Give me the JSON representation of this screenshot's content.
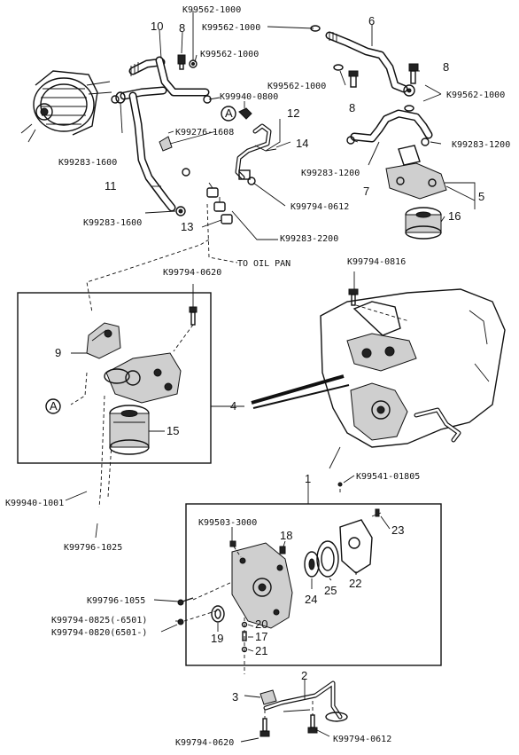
{
  "labels": {
    "k99562_1000_top": "K99562-1000",
    "k99562_1000_a": "K99562-1000",
    "k99562_1000_b": "K99562-1000",
    "k99562_1000_c": "K99562-1000",
    "k99562_1000_d": "K99562-1000",
    "k99940_0800": "K99940-0800",
    "k99276_1608": "K99276-1608",
    "k99283_1600_a": "K99283-1600",
    "k99283_1600_b": "K99283-1600",
    "k99283_1200_a": "K99283-1200",
    "k99283_1200_b": "K99283-1200",
    "k99794_0612_top": "K99794-0612",
    "k99283_2200": "K99283-2200",
    "to_oil_pan": "TO OIL PAN",
    "k99794_0620_top": "K99794-0620",
    "k99794_0816": "K99794-0816",
    "k99940_1001": "K99940-1001",
    "k99796_1025": "K99796-1025",
    "k99541_01805": "K99541-01805",
    "k99503_3000": "K99503-3000",
    "k99796_1055": "K99796-1055",
    "k99794_0825": "K99794-0825(-6501)",
    "k99794_0820": "K99794-0820(6501-)",
    "k99794_0620_bottom": "K99794-0620",
    "k99794_0612_bottom": "K99794-0612"
  },
  "callouts": {
    "n1": "1",
    "n2": "2",
    "n3": "3",
    "n4": "4",
    "n5": "5",
    "n6": "6",
    "n7": "7",
    "n8a": "8",
    "n8b": "8",
    "n8c": "8",
    "n9": "9",
    "n10": "10",
    "n11": "11",
    "n12": "12",
    "n13": "13",
    "n14": "14",
    "n15": "15",
    "n16": "16",
    "n17": "17",
    "n18": "18",
    "n19": "19",
    "n20": "20",
    "n21": "21",
    "n22": "22",
    "n23": "23",
    "n24": "24",
    "n25": "25"
  },
  "refs": {
    "a1": "A",
    "a2": "A"
  }
}
